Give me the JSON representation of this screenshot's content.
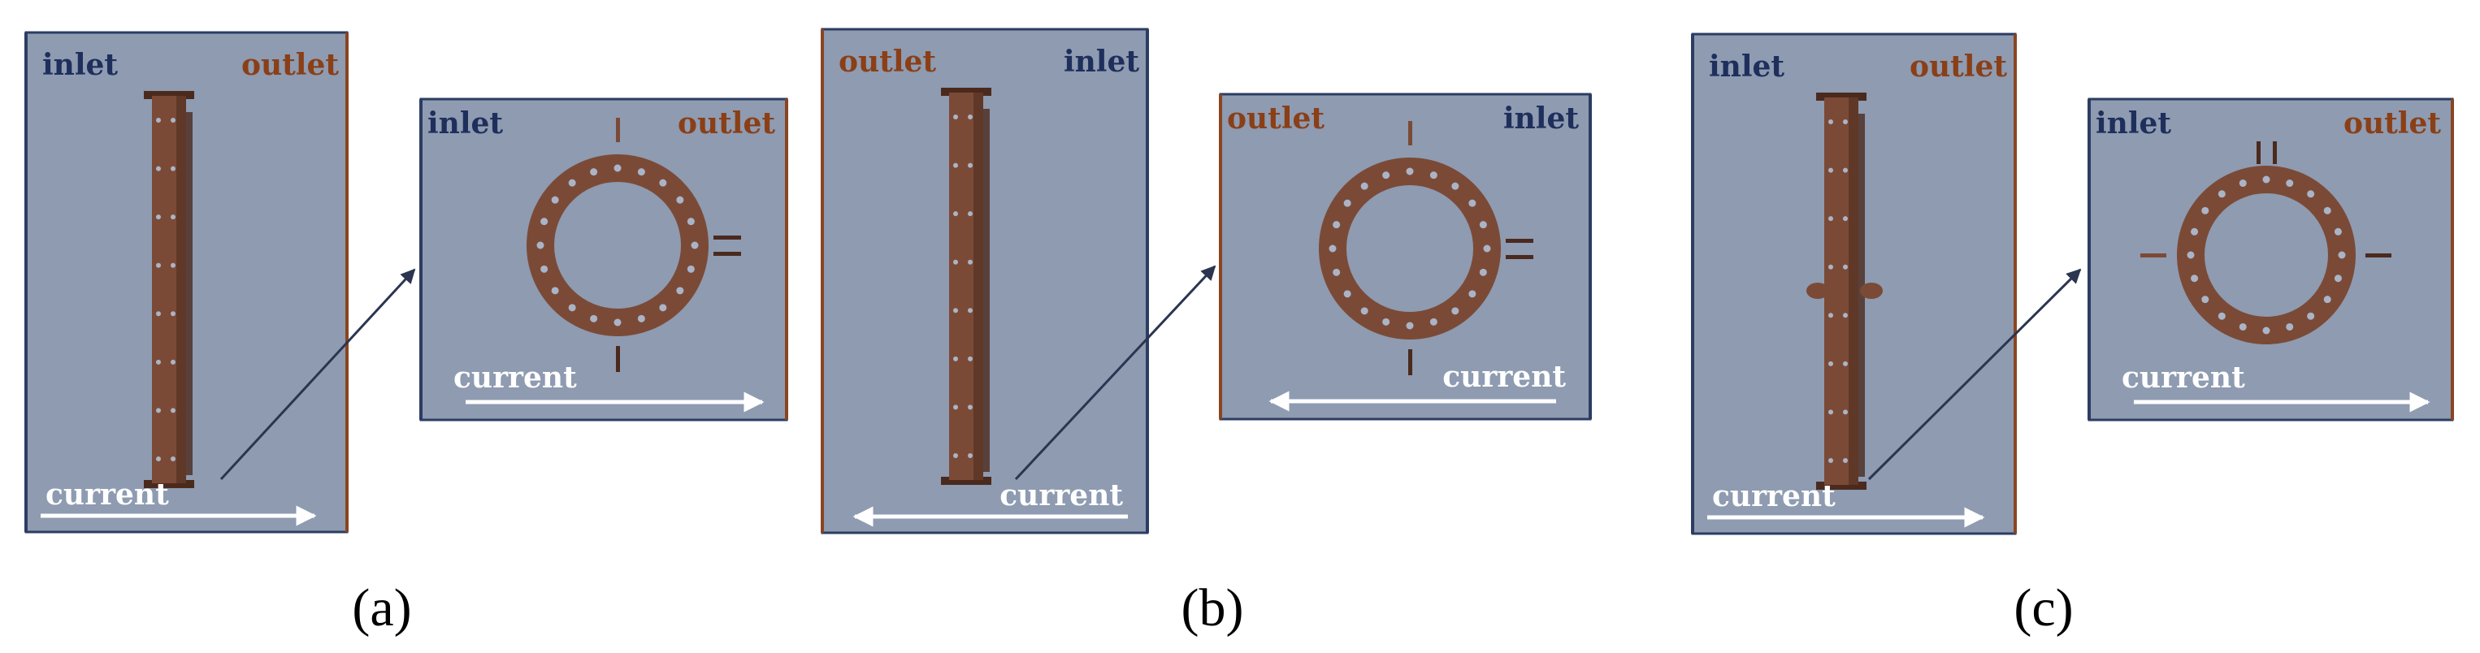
{
  "colors": {
    "panel_bg": "#8e9bb1",
    "panel_border": "#2c3d63",
    "inlet_text": "#1f2f5c",
    "outlet_text": "#8a3f17",
    "outlet_edge": "#8a4520",
    "pipe": "#7b4a36",
    "pipe_dark": "#4b2a1e",
    "hole": "#aab4c8",
    "arrow": "#ffffff",
    "connector": "#2b3550"
  },
  "icons": {
    "pipe": "cylindrical-pile-side-view",
    "ring": "flange-ring-top-view",
    "arrow": "current-direction-arrow"
  },
  "panels": [
    {
      "label": "(a)",
      "side": {
        "left_text": "inlet",
        "left_role": "inlet",
        "right_text": "outlet",
        "right_role": "outlet",
        "current_label": "current",
        "current_direction": "right"
      },
      "zoom": {
        "left_text": "inlet",
        "left_role": "inlet",
        "right_text": "outlet",
        "right_role": "outlet",
        "current_label": "current",
        "current_direction": "right"
      }
    },
    {
      "label": "(b)",
      "side": {
        "left_text": "outlet",
        "left_role": "outlet",
        "right_text": "inlet",
        "right_role": "inlet",
        "current_label": "current",
        "current_direction": "left"
      },
      "zoom": {
        "left_text": "outlet",
        "left_role": "outlet",
        "right_text": "inlet",
        "right_role": "inlet",
        "current_label": "current",
        "current_direction": "left"
      }
    },
    {
      "label": "(c)",
      "side": {
        "left_text": "inlet",
        "left_role": "inlet",
        "right_text": "outlet",
        "right_role": "outlet",
        "current_label": "current",
        "current_direction": "right"
      },
      "zoom": {
        "left_text": "inlet",
        "left_role": "inlet",
        "right_text": "outlet",
        "right_role": "outlet",
        "current_label": "current",
        "current_direction": "right"
      }
    }
  ]
}
